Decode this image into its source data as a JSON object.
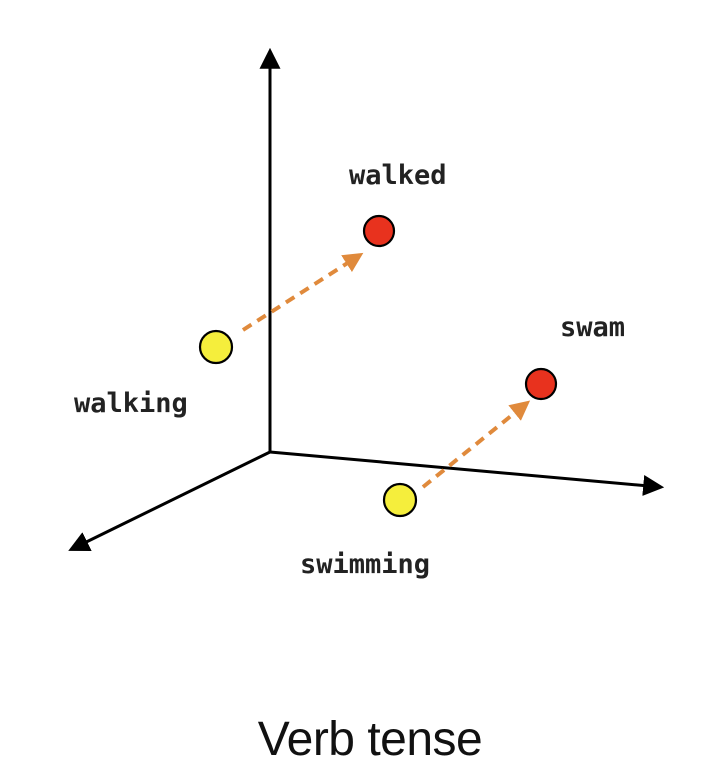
{
  "words": {
    "walking": "walking",
    "walked": "walked",
    "swimming": "swimming",
    "swam": "swam"
  },
  "caption": "Verb tense",
  "colors": {
    "present_form": "#f5ee3c",
    "past_form": "#e8321e",
    "arrow": "#e08a3c",
    "axis": "#000000"
  }
}
